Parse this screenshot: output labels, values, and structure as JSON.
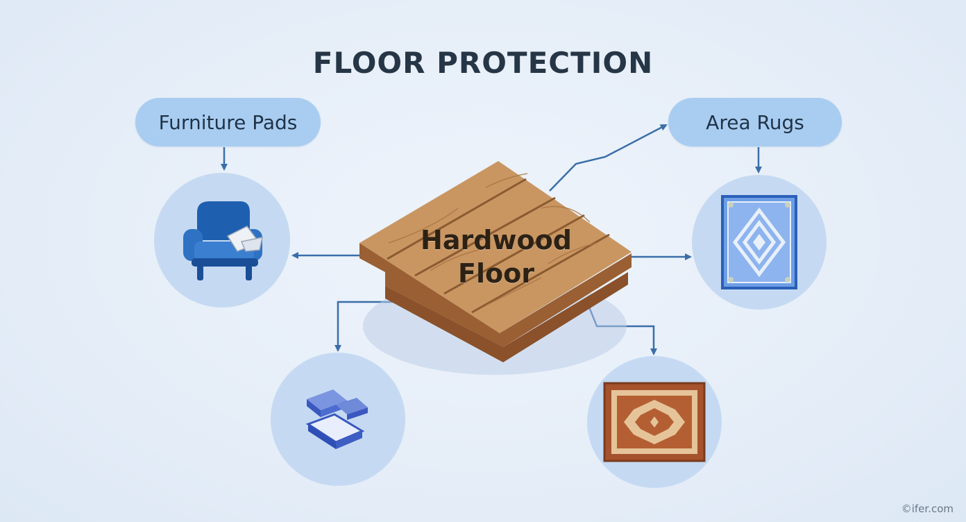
{
  "title": "FLOOR PROTECTION",
  "center": {
    "line1": "Hardwood",
    "line2": "Floor"
  },
  "labels": {
    "furniture_pads": "Furniture Pads",
    "area_rugs": "Area Rugs"
  },
  "watermark": "©ifer.com",
  "icons": {
    "armchair": "armchair-icon",
    "floor_mats": "floor-mats-icon",
    "blue_rug": "blue-patterned-rug-icon",
    "brown_rug": "brown-patterned-rug-icon",
    "wood_planks": "hardwood-planks-icon"
  },
  "colors": {
    "pill": "#a9cdf1",
    "circle": "#c5daf2",
    "arrow": "#3a6ea8",
    "title": "#263646",
    "wood": "#c99662"
  }
}
